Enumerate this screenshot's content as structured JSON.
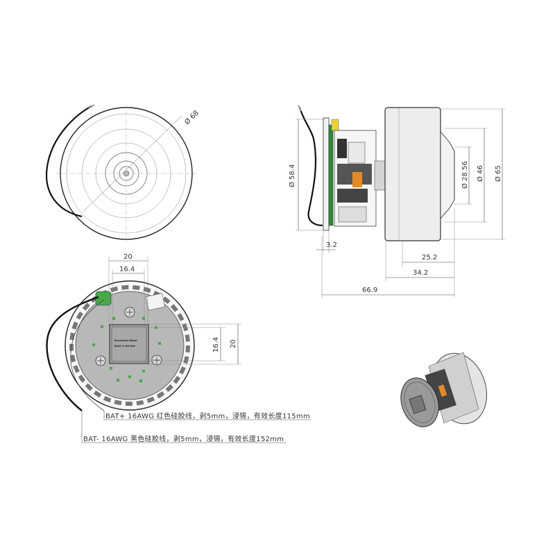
{
  "dimensions": {
    "front_dia": "Ø 68",
    "side_dia_58": "Ø 58.4",
    "side_dia_28": "Ø 28.56",
    "side_dia_46": "Ø 46",
    "side_dia_65": "Ø 65",
    "len_3_2": "3.2",
    "len_25_2": "25.2",
    "len_34_2": "34.2",
    "len_66_9": "66.9",
    "rear_w_20": "20",
    "rear_w_16_4": "16.4",
    "rear_h_16_4": "16.4",
    "rear_h_20": "20"
  },
  "wire_notes": {
    "red": "BAT+ 16AWG 红色硅胶线，剥5mm，浸锡，有效长度115mm",
    "black": "BAT- 16AWG 黑色硅胶线，剥5mm，浸锡，有效长度152mm"
  },
  "pcb_label": {
    "line1": "Brushless Motor",
    "line2": "BLDC 2-66-000"
  },
  "colors": {
    "pcb_green": "#4aa84a",
    "wire_red_tip": "#c8e6a0",
    "housing_gray": "#d8d8d8"
  }
}
